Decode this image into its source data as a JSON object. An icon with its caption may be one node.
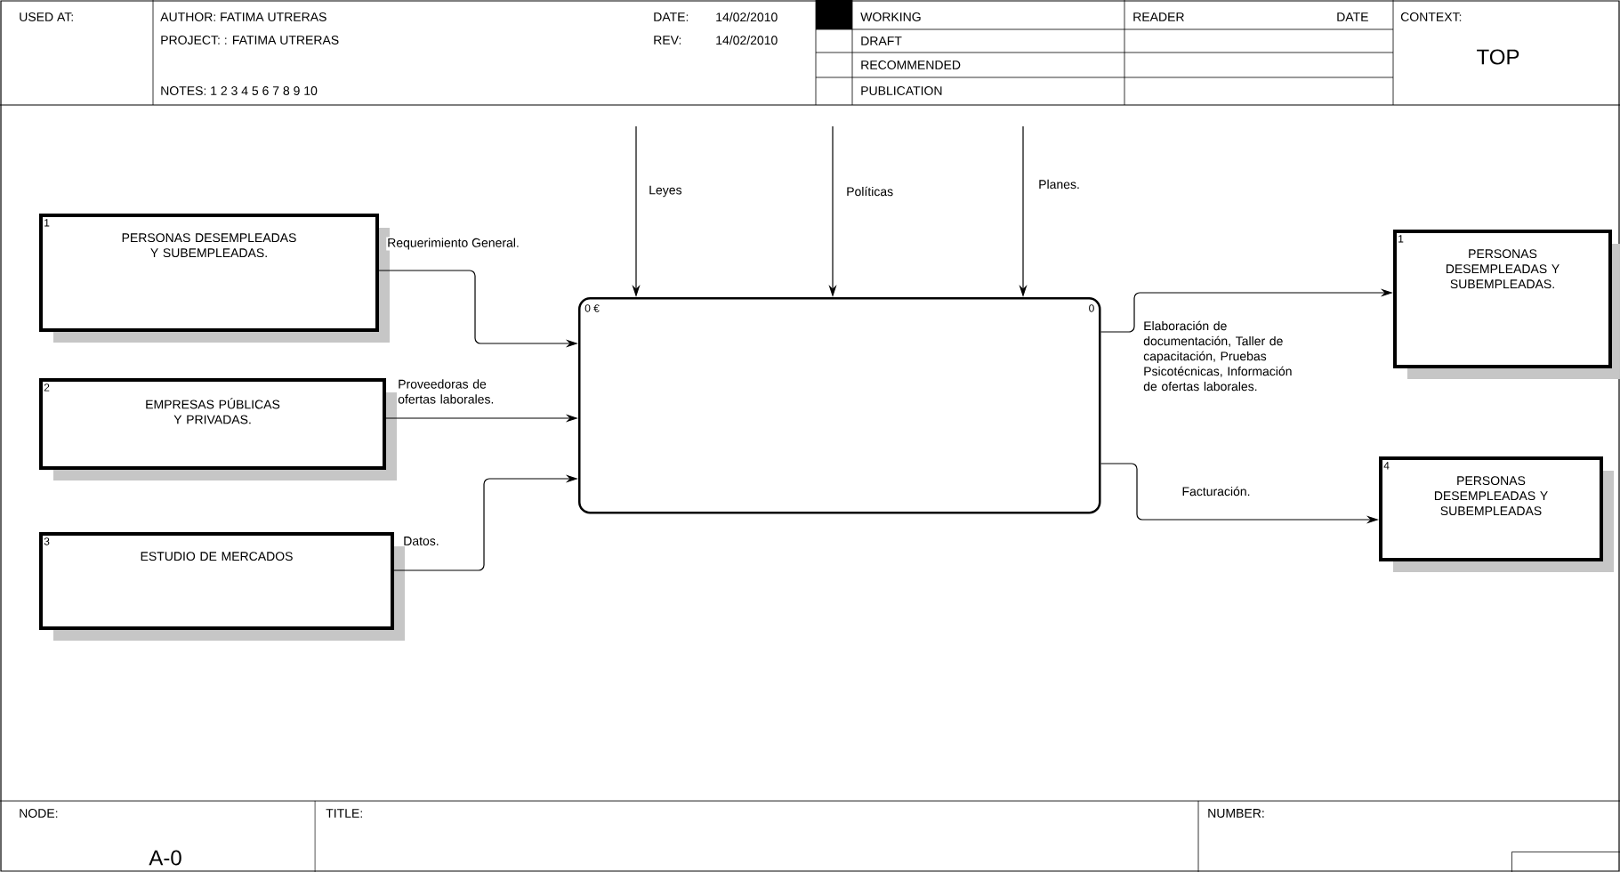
{
  "diagram": {
    "nodes": [
      {
        "text": [
          "1",
          "PERSONAS DESEMPLEADAS Y SUBEMPLEADAS."
        ]
      },
      {
        "text": [
          "2",
          "EMPRESAS PÚBLICAS Y PRIVADAS."
        ]
      },
      {
        "text": [
          "3",
          "ESTUDIO DE MERCADOS"
        ]
      },
      {
        "text": [
          "0 €",
          "0"
        ]
      },
      {
        "text": [
          "1",
          "PERSONAS DESEMPLEADAS Y SUBEMPLEADAS."
        ]
      },
      {
        "text": [
          "4",
          "PERSONAS DESEMPLEADAS Y SUBEMPLEADAS"
        ]
      },
      {
        "text": [],
        "shape": "box"
      }
    ],
    "edges": [
      {
        "from": 0,
        "to": 3,
        "arrow": "to",
        "label": "Requerimiento General."
      },
      {
        "from": 1,
        "to": 3,
        "arrow": "to",
        "label": "Proveedoras de ofertas laborales."
      },
      {
        "from": 2,
        "to": 3,
        "arrow": "to",
        "label": "Datos."
      },
      {
        "from": null,
        "to": 3,
        "arrow": "to",
        "label": "Leyes"
      },
      {
        "from": null,
        "to": 3,
        "arrow": "to",
        "label": "Políticas"
      },
      {
        "from": null,
        "to": 3,
        "arrow": "to",
        "label": "Planes."
      },
      {
        "from": 3,
        "to": 4,
        "arrow": "to",
        "label": "Elaboración de documentación, Taller de capacitación, Pruebas Psicotécnicas, Información de ofertas laborales."
      },
      {
        "from": 3,
        "to": 5,
        "arrow": "to",
        "label": "Facturación."
      }
    ],
    "labels": [
      "USED AT:",
      "AUTHOR: FATIMA UTRERAS",
      "DATE:",
      "14/02/2010",
      "WORKING",
      "READER",
      "DATE",
      "CONTEXT:",
      "PROJECT: : FATIMA UTRERAS",
      "REV:",
      "14/02/2010",
      "DRAFT",
      "TOP",
      "RECOMMENDED",
      "NOTES: 1 2 3 4 5 6 7 8 9 10",
      "PUBLICATION",
      "NODE:",
      "A-0",
      "TITLE:",
      "NUMBER:"
    ]
  }
}
